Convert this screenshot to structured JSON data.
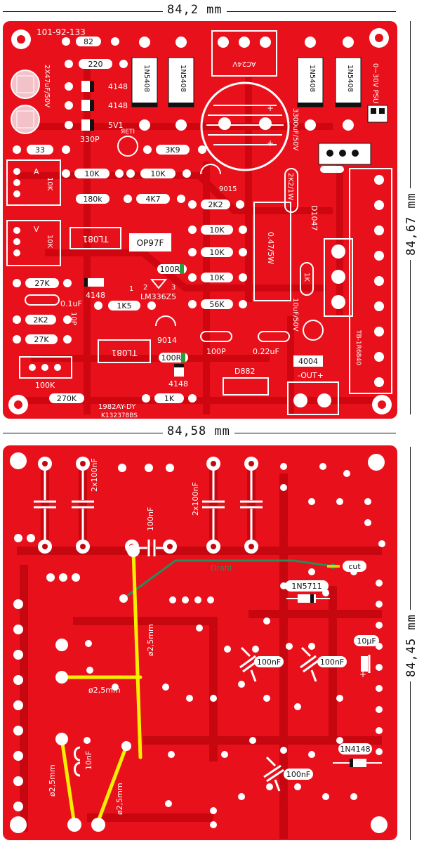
{
  "top_board": {
    "dim_width": "84,2 mm",
    "dim_height": "84,67 mm",
    "board_id": "101-92-133",
    "footer_model": "1982AY-DY",
    "footer_code": "K132378BS",
    "relay_label": "TB-1R6840",
    "psu_label": "0~30V PSU",
    "ac_label": "AC24V",
    "out_label": "-OUT+",
    "labels": {
      "r82": "82",
      "r220": "220",
      "d4148a": "4148",
      "d4148b": "4148",
      "z5v1": "5V1",
      "c330p": "330P",
      "cap2x47": "2X47uF/50V",
      "r33": "33",
      "r3k9": "3K9",
      "r10k_a": "10K",
      "r10k_b": "10K",
      "r10k_pot_a": "10K",
      "r10k_pot_v": "10K",
      "pot_a": "A",
      "pot_v": "V",
      "t9015": "9015",
      "r180k": "180k",
      "r4k7": "4K7",
      "r2k2a": "2K2",
      "r2k2_1w": "2K2/1W",
      "d1047": "D1047",
      "ic_tl081a": "TL081",
      "op97f": "OP97F",
      "r10k_c": "10K",
      "r10k_d": "10K",
      "r10k_e": "10K",
      "r047": "0.47/5W",
      "r100r_a": "100R",
      "r27k_a": "27K",
      "d4148c": "4148",
      "lm336": "LM336Z5",
      "pin1": "1",
      "pin2": "2",
      "pin3": "3",
      "c01uf": "0.1uF",
      "r1k5": "1K5",
      "r56k": "56K",
      "r1k_a": "1K",
      "c10uf": "10uF/50V",
      "r2k2b": "2K2",
      "c10p": "10P",
      "r27k_b": "27K",
      "t9014": "9014",
      "ic_tl081b": "TL081",
      "c100p": "100P",
      "c022uf": "0.22uF",
      "r100r_b": "100R",
      "d4148d": "4148",
      "r4004": "4004",
      "d882": "D882",
      "r100k": "100K",
      "r270k": "270K",
      "r1k_b": "1K",
      "d1n5408a": "1N5408",
      "d1n5408b": "1N5408",
      "d1n5408c": "1N5408",
      "d1n5408d": "1N5408",
      "c3300": "3300uF/50V",
      "t2222": "ЯETI"
    }
  },
  "bottom_board": {
    "dim_width": "84,58 mm",
    "dim_height": "84,45 mm",
    "labels": {
      "c2x100nf_a": "2x100nF",
      "c100nf_top": "100nF",
      "c2x100nf_b": "2x100nF",
      "draht": "Draht",
      "cut": "cut",
      "d1n5711": "1N5711",
      "c10uf": "10µF",
      "d25_a": "ø2,5mm",
      "c100nf_a": "100nF",
      "c100nf_b": "100nF",
      "d25_b": "ø2,5mm",
      "d25_c": "ø2,5mm",
      "c10nf": "10nF",
      "d1n4148": "1N4148",
      "c100nf_c": "100nF",
      "d25_d": "ø2,5mm"
    }
  },
  "colors": {
    "pcb_red": "#e8111b",
    "trace_red": "#c4060f",
    "silk_white": "#ffffff",
    "wire_yellow": "#f4f000",
    "wire_green": "#2a8a5a"
  }
}
